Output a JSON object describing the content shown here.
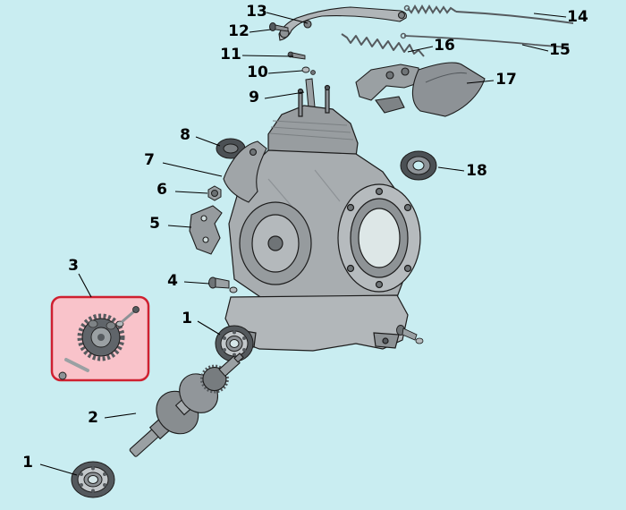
{
  "diagram": {
    "type": "exploded-parts-diagram",
    "subject": "small-engine-crankcase-governor-assembly",
    "colors": {
      "background": "#c9edf1",
      "highlight_fill": "#f9c3ca",
      "highlight_border": "#cf2030",
      "line": "#111111",
      "part_gray": "#a6abae"
    },
    "callouts": [
      {
        "label": "13"
      },
      {
        "label": "14"
      },
      {
        "label": "12"
      },
      {
        "label": "11"
      },
      {
        "label": "16"
      },
      {
        "label": "15"
      },
      {
        "label": "10"
      },
      {
        "label": "17"
      },
      {
        "label": "9"
      },
      {
        "label": "8"
      },
      {
        "label": "18"
      },
      {
        "label": "7"
      },
      {
        "label": "6"
      },
      {
        "label": "5"
      },
      {
        "label": "3"
      },
      {
        "label": "4"
      },
      {
        "label": "1"
      },
      {
        "label": "2"
      },
      {
        "label": "1"
      }
    ]
  }
}
